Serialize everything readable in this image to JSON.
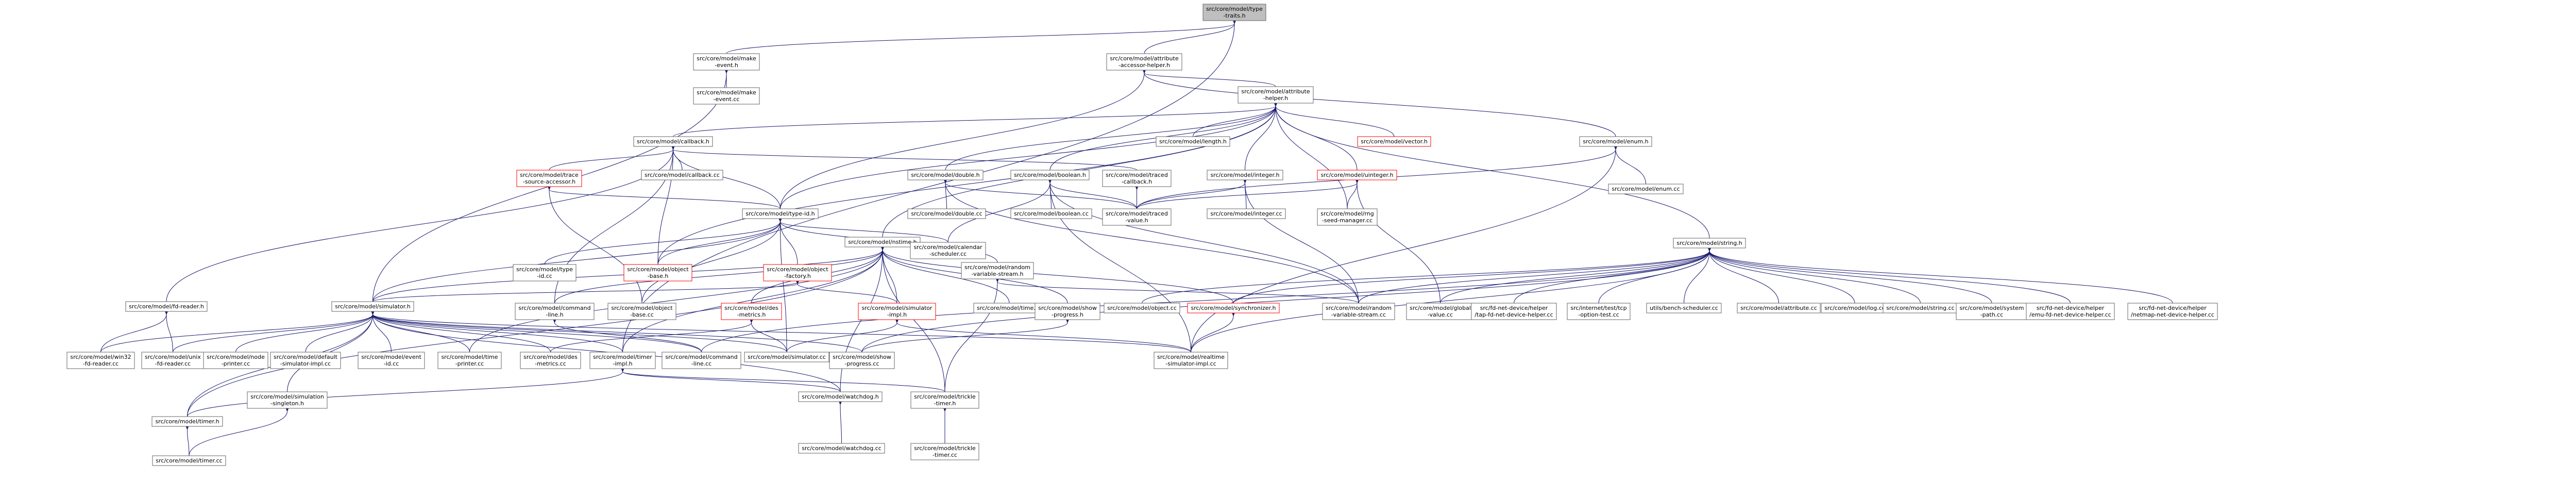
{
  "colors": {
    "edge": "#191970",
    "node_border": "#666666",
    "node_text": "#000000",
    "red_node_border": "#ff0000",
    "root_fill": "#bfbfbf",
    "node_fill": "#ffffff"
  },
  "nodes": [
    {
      "id": "root",
      "lines": [
        "src/core/model/type",
        "-traits.h"
      ],
      "style": "root"
    },
    {
      "id": "make-event",
      "lines": [
        "src/core/model/make",
        "-event.h"
      ]
    },
    {
      "id": "make-event-cc",
      "lines": [
        "src/core/model/make",
        "-event.cc"
      ]
    },
    {
      "id": "attribute-accessor",
      "lines": [
        "src/core/model/attribute",
        "-accessor-helper.h"
      ]
    },
    {
      "id": "attribute-helper",
      "lines": [
        "src/core/model/attribute",
        "-helper.h"
      ]
    },
    {
      "id": "callback",
      "lines": [
        "src/core/model/callback.h"
      ]
    },
    {
      "id": "length",
      "lines": [
        "src/core/model/length.h"
      ]
    },
    {
      "id": "vector",
      "lines": [
        "src/core/model/vector.h"
      ],
      "style": "red"
    },
    {
      "id": "enum",
      "lines": [
        "src/core/model/enum.h"
      ]
    },
    {
      "id": "trace-source-accessor",
      "lines": [
        "src/core/model/trace",
        "-source-accessor.h"
      ],
      "style": "red"
    },
    {
      "id": "callback-cc",
      "lines": [
        "src/core/model/callback.cc"
      ]
    },
    {
      "id": "traced-callback",
      "lines": [
        "src/core/model/traced",
        "-callback.h"
      ]
    },
    {
      "id": "double",
      "lines": [
        "src/core/model/double.h"
      ]
    },
    {
      "id": "boolean",
      "lines": [
        "src/core/model/boolean.h"
      ]
    },
    {
      "id": "integer",
      "lines": [
        "src/core/model/integer.h"
      ]
    },
    {
      "id": "uinteger",
      "lines": [
        "src/core/model/uinteger.h"
      ],
      "style": "red"
    },
    {
      "id": "enum-cc",
      "lines": [
        "src/core/model/enum.cc"
      ]
    },
    {
      "id": "type-id",
      "lines": [
        "src/core/model/type-id.h"
      ]
    },
    {
      "id": "double-cc",
      "lines": [
        "src/core/model/double.cc"
      ]
    },
    {
      "id": "boolean-cc",
      "lines": [
        "src/core/model/boolean.cc"
      ]
    },
    {
      "id": "traced-value",
      "lines": [
        "src/core/model/traced",
        "-value.h"
      ]
    },
    {
      "id": "integer-cc",
      "lines": [
        "src/core/model/integer.cc"
      ]
    },
    {
      "id": "rng-seed-manager",
      "lines": [
        "src/core/model/rng",
        "-seed-manager.cc"
      ]
    },
    {
      "id": "type-id-cc",
      "lines": [
        "src/core/model/type",
        "-id.cc"
      ]
    },
    {
      "id": "object-base",
      "lines": [
        "src/core/model/object",
        "-base.h"
      ],
      "style": "red"
    },
    {
      "id": "object-factory",
      "lines": [
        "src/core/model/object",
        "-factory.h"
      ],
      "style": "red"
    },
    {
      "id": "nstime",
      "lines": [
        "src/core/model/nstime.h"
      ]
    },
    {
      "id": "calendar-scheduler",
      "lines": [
        "src/core/model/calendar",
        "-scheduler.cc"
      ]
    },
    {
      "id": "random-variable-stream-h",
      "lines": [
        "src/core/model/random",
        "-variable-stream.h"
      ]
    },
    {
      "id": "string",
      "lines": [
        "src/core/model/string.h"
      ]
    },
    {
      "id": "fd-reader",
      "lines": [
        "src/core/model/fd-reader.h"
      ]
    },
    {
      "id": "simulator",
      "lines": [
        "src/core/model/simulator.h"
      ]
    },
    {
      "id": "command-line",
      "lines": [
        "src/core/model/command",
        "-line.h"
      ]
    },
    {
      "id": "object-base-cc",
      "lines": [
        "src/core/model/object",
        "-base.cc"
      ]
    },
    {
      "id": "ides-metrics",
      "lines": [
        "src/core/model/des",
        "-metrics.h"
      ],
      "style": "red"
    },
    {
      "id": "simulator-impl",
      "lines": [
        "src/core/model/simulator",
        "-impl.h"
      ],
      "style": "red"
    },
    {
      "id": "time-cc",
      "lines": [
        "src/core/model/time.cc"
      ]
    },
    {
      "id": "show-progress-h",
      "lines": [
        "src/core/model/show",
        "-progress.h"
      ]
    },
    {
      "id": "object-cc",
      "lines": [
        "src/core/model/object.cc"
      ]
    },
    {
      "id": "synchronizer",
      "lines": [
        "src/core/model/synchronizer.h"
      ],
      "style": "red"
    },
    {
      "id": "random-variable-stream-cc",
      "lines": [
        "src/core/model/random",
        "-variable-stream.cc"
      ]
    },
    {
      "id": "global-value",
      "lines": [
        "src/core/model/global",
        "-value.cc"
      ]
    },
    {
      "id": "tap-fd-net",
      "lines": [
        "src/fd-net-device/helper",
        "/tap-fd-net-device-helper.cc"
      ]
    },
    {
      "id": "option-test",
      "lines": [
        "src/internet/test/tcp",
        "-option-test.cc"
      ]
    },
    {
      "id": "bench-scheduler",
      "lines": [
        "utils/bench-scheduler.cc"
      ]
    },
    {
      "id": "attribute-cc",
      "lines": [
        "src/core/model/attribute.cc"
      ]
    },
    {
      "id": "log-cc",
      "lines": [
        "src/core/model/log.cc"
      ]
    },
    {
      "id": "string-cc",
      "lines": [
        "src/core/model/string.cc"
      ]
    },
    {
      "id": "system-path",
      "lines": [
        "src/core/model/system",
        "-path.cc"
      ]
    },
    {
      "id": "emu-fd-net",
      "lines": [
        "src/fd-net-device/helper",
        "/emu-fd-net-device-helper.cc"
      ]
    },
    {
      "id": "netmap-fd-net",
      "lines": [
        "src/fd-net-device/helper",
        "/netmap-net-device-helper.cc"
      ]
    },
    {
      "id": "win32-fd-reader",
      "lines": [
        "src/core/model/win32",
        "-fd-reader.cc"
      ]
    },
    {
      "id": "unix-fd-reader",
      "lines": [
        "src/core/model/unix",
        "-fd-reader.cc"
      ]
    },
    {
      "id": "node-printer",
      "lines": [
        "src/core/model/node",
        "-printer.cc"
      ]
    },
    {
      "id": "default-simulator-impl",
      "lines": [
        "src/core/model/default",
        "-simulator-impl.cc"
      ]
    },
    {
      "id": "event-id",
      "lines": [
        "src/core/model/event",
        "-id.cc"
      ]
    },
    {
      "id": "time-printer",
      "lines": [
        "src/core/model/time",
        "-printer.cc"
      ]
    },
    {
      "id": "des-metrics-cc",
      "lines": [
        "src/core/model/des",
        "-metrics.cc"
      ]
    },
    {
      "id": "timer-impl",
      "lines": [
        "src/core/model/timer",
        "-impl.h"
      ]
    },
    {
      "id": "command-line-cc",
      "lines": [
        "src/core/model/command",
        "-line.cc"
      ]
    },
    {
      "id": "simulator-cc",
      "lines": [
        "src/core/model/simulator.cc"
      ]
    },
    {
      "id": "show-progress-cc",
      "lines": [
        "src/core/model/show",
        "-progress.cc"
      ]
    },
    {
      "id": "realtime-simulator-impl",
      "lines": [
        "src/core/model/realtime",
        "-simulator-impl.cc"
      ]
    },
    {
      "id": "watchdog-h",
      "lines": [
        "src/core/model/watchdog.h"
      ]
    },
    {
      "id": "trickle-timer-h",
      "lines": [
        "src/core/model/trickle",
        "-timer.h"
      ]
    },
    {
      "id": "timer-h",
      "lines": [
        "src/core/model/timer.h"
      ]
    },
    {
      "id": "simulation-singleton",
      "lines": [
        "src/core/model/simulation",
        "-singleton.h"
      ]
    },
    {
      "id": "watchdog-cc",
      "lines": [
        "src/core/model/watchdog.cc"
      ]
    },
    {
      "id": "trickle-timer-cc",
      "lines": [
        "src/core/model/trickle",
        "-timer.cc"
      ]
    },
    {
      "id": "timer-cc",
      "lines": [
        "src/core/model/timer.cc"
      ]
    }
  ]
}
